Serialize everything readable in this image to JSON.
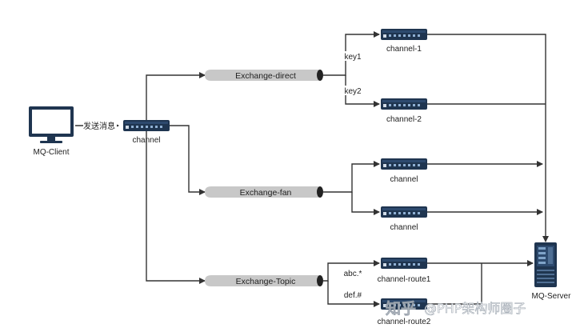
{
  "client": {
    "label": "MQ-Client"
  },
  "send_label": "发送消息",
  "main_channel": {
    "label": "channel"
  },
  "exchanges": [
    {
      "label": "Exchange-direct"
    },
    {
      "label": "Exchange-fan"
    },
    {
      "label": "Exchange-Topic"
    }
  ],
  "routing_keys": {
    "key1": "key1",
    "key2": "key2",
    "abc": "abc.*",
    "def": "def.#"
  },
  "channels": [
    {
      "label": "channel-1"
    },
    {
      "label": "channel-2"
    },
    {
      "label": "channel"
    },
    {
      "label": "channel"
    },
    {
      "label": "channel-route1"
    },
    {
      "label": "channel-route2"
    }
  ],
  "server": {
    "label": "MQ-Server"
  },
  "watermark": {
    "brand": "知乎",
    "handle": "@PHP架构师圈子"
  },
  "colors": {
    "device": "#1f3550",
    "device_port": "#7fa3c8",
    "exchange": "#c8c8c8",
    "line": "#333333"
  }
}
